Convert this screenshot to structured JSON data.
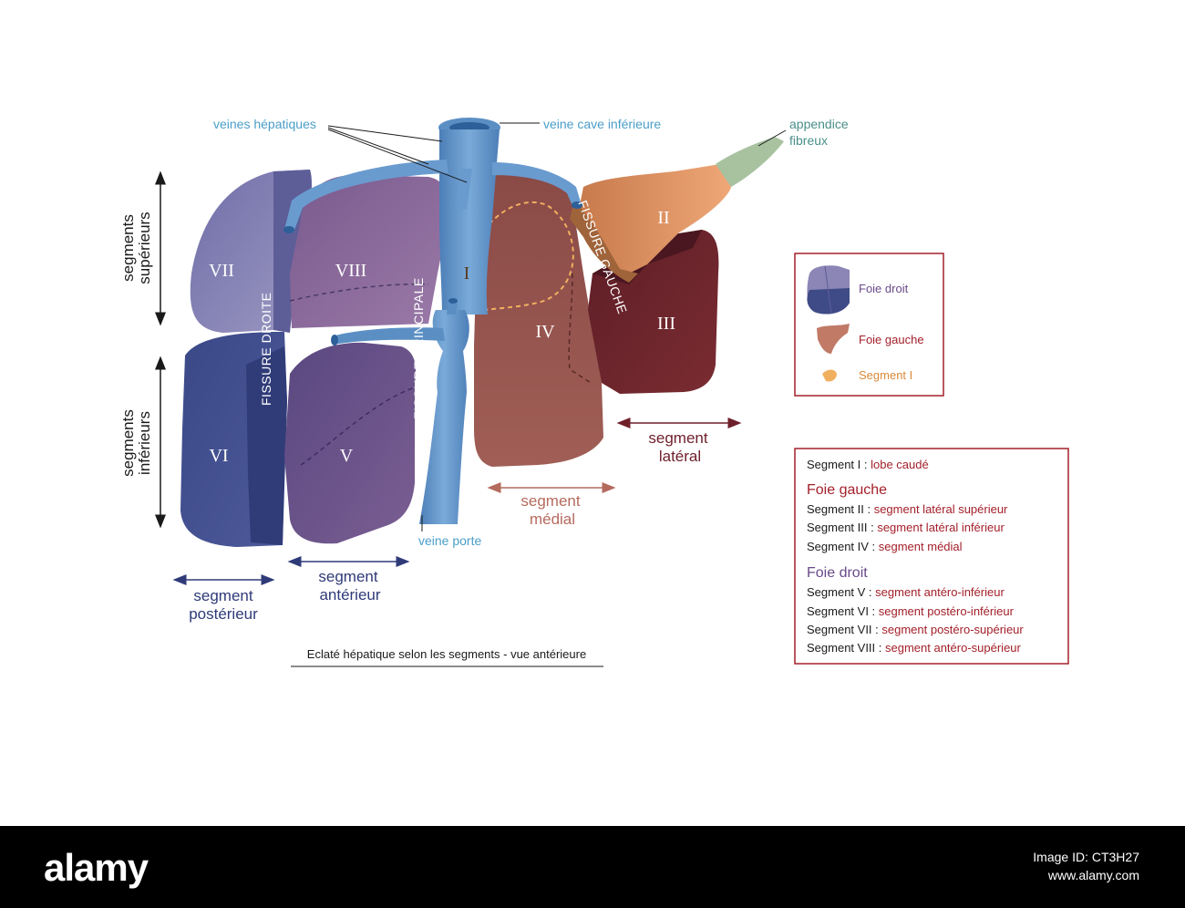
{
  "labels": {
    "veines_hepatiques": "veines hépatiques",
    "veine_cave": "veine cave inférieure",
    "appendice_1": "appendice",
    "appendice_2": "fibreux",
    "veine_porte": "veine porte",
    "segments_superieurs_1": "segments",
    "segments_superieurs_2": "supérieurs",
    "segments_inferieurs_1": "segments",
    "segments_inferieurs_2": "inférieurs",
    "fissure_droite": "FISSURE DROITE",
    "fissure_principale": "FISSURE PRINCIPALE",
    "fissure_gauche": "FISSURE GAUCHE",
    "seg_posterieur_1": "segment",
    "seg_posterieur_2": "postérieur",
    "seg_anterieur_1": "segment",
    "seg_anterieur_2": "antérieur",
    "seg_medial_1": "segment",
    "seg_medial_2": "médial",
    "seg_lateral_1": "segment",
    "seg_lateral_2": "latéral",
    "caption": "Eclaté hépatique selon les segments - vue antérieure"
  },
  "segments": {
    "I": "I",
    "II": "II",
    "III": "III",
    "IV": "IV",
    "V": "V",
    "VI": "VI",
    "VII": "VII",
    "VIII": "VIII"
  },
  "legend": {
    "foie_droit": "Foie droit",
    "foie_gauche": "Foie gauche",
    "segment_i": "Segment I"
  },
  "key": {
    "l1a": "Segment I : ",
    "l1b": "lobe caudé",
    "h1": "Foie gauche",
    "l2a": "Segment II : ",
    "l2b": "segment latéral supérieur",
    "l3a": "Segment III : ",
    "l3b": "segment latéral inférieur",
    "l4a": "Segment IV : ",
    "l4b": "segment médial",
    "h2": "Foie droit",
    "l5a": "Segment V : ",
    "l5b": "segment antéro-inférieur",
    "l6a": "Segment VI : ",
    "l6b": "segment postéro-inférieur",
    "l7a": "Segment VII : ",
    "l7b": "segment postéro-supérieur",
    "l8a": "Segment VIII : ",
    "l8b": "segment antéro-supérieur"
  },
  "footer": {
    "logo": "alamy",
    "image_id_label": "Image ID: CT3H27",
    "site": "www.alamy.com"
  },
  "colors": {
    "vessel": "#5b8fc4",
    "right_liver_light": "#8b86b5",
    "right_liver_dark": "#3f4b86",
    "left_liver": "#8c4a44",
    "segment_i": "#f0b060",
    "segment_ii": "#e09a66",
    "box_border": "#a3202a"
  }
}
